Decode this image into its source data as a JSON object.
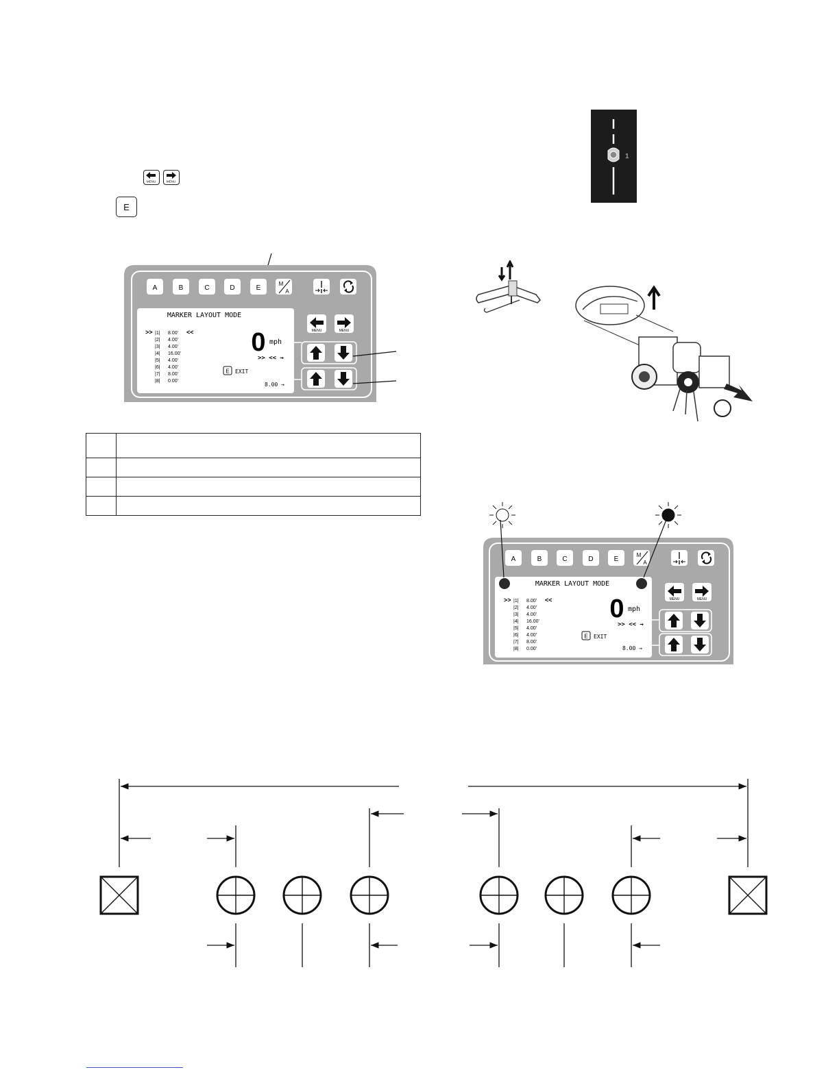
{
  "keys": {
    "menu_left_label": "MENU",
    "menu_right_label": "MENU",
    "e_key_label": "E"
  },
  "panel": {
    "buttons": [
      "A",
      "B",
      "C",
      "D",
      "E"
    ],
    "ma_top": "M",
    "ma_bottom": "A",
    "title": "MARKER LAYOUT MODE",
    "rows": [
      {
        "row": "|1|",
        "value": "8.00'"
      },
      {
        "row": "|2|",
        "value": "4.00'"
      },
      {
        "row": "|3|",
        "value": "4.00'"
      },
      {
        "row": "|4|",
        "value": "16.00'"
      },
      {
        "row": "|5|",
        "value": "4.00'"
      },
      {
        "row": "|6|",
        "value": "4.00'"
      },
      {
        "row": "|7|",
        "value": "8.00'"
      },
      {
        "row": "|8|",
        "value": "0.00'"
      }
    ],
    "row_pointer_left": ">>",
    "row_pointer_right": "<<",
    "speed_value": "0",
    "speed_unit": "mph",
    "arrows_line": ">> << →",
    "exit_key": "E",
    "exit_label": "EXIT",
    "value_line": "8.00 →",
    "menu_left": "MENU",
    "menu_right": "MENU"
  },
  "lane_graphic": {
    "gun_number": "1"
  },
  "icons": {
    "arrow_left_key": "left-arrow-menu-icon",
    "arrow_right_key": "right-arrow-menu-icon",
    "up_key": "up-arrow-icon",
    "down_key": "down-arrow-icon",
    "center_key": "center-line-icon",
    "cycle_key": "cycle-icon",
    "lamp": "flashing-light-icon"
  }
}
